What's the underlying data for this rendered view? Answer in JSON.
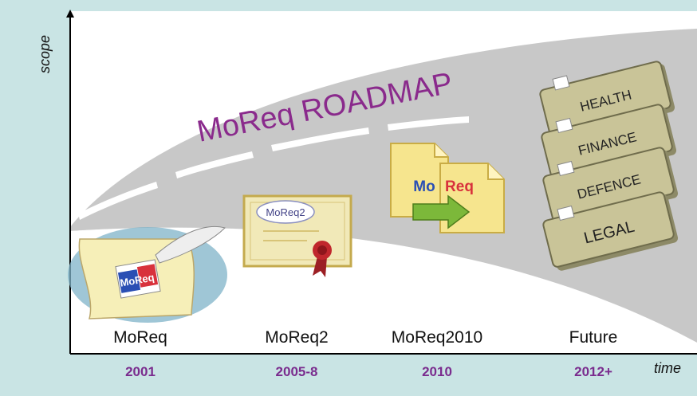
{
  "title": "MoReq ROADMAP",
  "axes": {
    "y_label": "scope",
    "x_label": "time"
  },
  "stages": [
    {
      "name": "MoReq",
      "year": "2001"
    },
    {
      "name": "MoReq2",
      "year": "2005-8"
    },
    {
      "name": "MoReq2010",
      "year": "2010"
    },
    {
      "name": "Future",
      "year": "2012+"
    }
  ],
  "icons": {
    "moreq_logo": "MoReq",
    "moreq2_certificate": "MoReq2",
    "moreq2010_doc_left": "Mo",
    "moreq2010_doc_right": "Req"
  },
  "future_domains": [
    "HEALTH",
    "FINANCE",
    "DEFENCE",
    "LEGAL"
  ],
  "colors": {
    "background": "#c9e4e4",
    "road": "#c8c8c8",
    "title": "#8a2a8c",
    "year": "#7a2c8e",
    "folder": "#c9c498"
  }
}
